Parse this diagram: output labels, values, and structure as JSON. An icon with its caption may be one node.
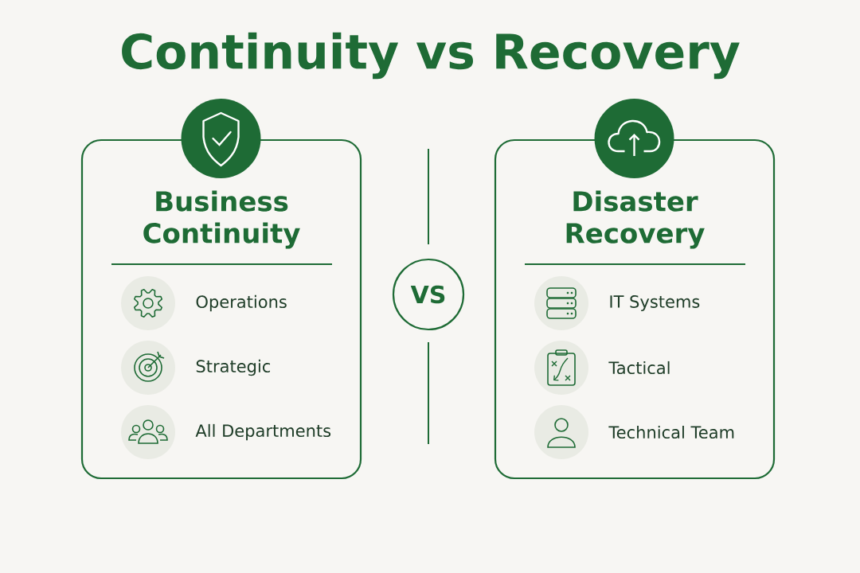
{
  "diagram": {
    "title": "Continuity vs Recovery",
    "nodes": [
      {
        "text": [
          "Business Continuity"
        ]
      },
      {
        "text": [
          "Operations"
        ],
        "in": 0
      },
      {
        "text": [
          "Strategic"
        ],
        "in": 0
      },
      {
        "text": [
          "All Departments"
        ],
        "in": 0
      },
      {
        "text": [
          "VS"
        ]
      },
      {
        "text": [
          "Disaster Recovery"
        ]
      },
      {
        "text": [
          "IT Systems"
        ],
        "in": 5
      },
      {
        "text": [
          "Tactical"
        ],
        "in": 5
      },
      {
        "text": [
          "Technical Team"
        ],
        "in": 5
      }
    ]
  }
}
